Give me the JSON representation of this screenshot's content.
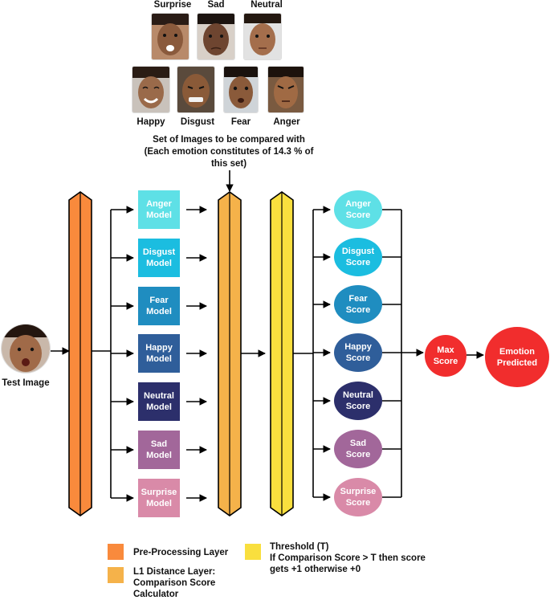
{
  "faces": {
    "top": [
      {
        "label": "Surprise"
      },
      {
        "label": "Sad"
      },
      {
        "label": "Neutral"
      }
    ],
    "bottom": [
      {
        "label": "Happy"
      },
      {
        "label": "Disgust"
      },
      {
        "label": "Fear"
      },
      {
        "label": "Anger"
      }
    ]
  },
  "caption": "Set of Images to be compared with\n(Each emotion constitutes of 14.3 % of\nthis set)",
  "test_image_label": "Test Image",
  "models": [
    {
      "label": "Anger\nModel",
      "color": "#5ee0e6"
    },
    {
      "label": "Disgust\nModel",
      "color": "#1bbde0"
    },
    {
      "label": "Fear\nModel",
      "color": "#1f8dc0"
    },
    {
      "label": "Happy\nModel",
      "color": "#2f5e9a"
    },
    {
      "label": "Neutral\nModel",
      "color": "#2c2f6b"
    },
    {
      "label": "Sad\nModel",
      "color": "#a2679a"
    },
    {
      "label": "Surprise\nModel",
      "color": "#d98aa8"
    }
  ],
  "scores": [
    {
      "label": "Anger\nScore",
      "color": "#5ee0e6"
    },
    {
      "label": "Disgust\nScore",
      "color": "#1bbde0"
    },
    {
      "label": "Fear\nScore",
      "color": "#1f8dc0"
    },
    {
      "label": "Happy\nScore",
      "color": "#2f5e9a"
    },
    {
      "label": "Neutral\nScore",
      "color": "#2c2f6b"
    },
    {
      "label": "Sad\nScore",
      "color": "#a2679a"
    },
    {
      "label": "Surprise\nScore",
      "color": "#d98aa8"
    }
  ],
  "max_score": "Max\nScore",
  "emotion_predicted": "Emotion\nPredicted",
  "layer_colors": {
    "preprocessing": "#f98a3c",
    "l1_distance": "#f5b24a",
    "threshold": "#f9df3e"
  },
  "legend": {
    "preprocessing": "Pre-Processing  Layer",
    "l1_distance": "L1 Distance Layer:\nComparison Score\nCalculator",
    "threshold": "Threshold (T)\nIf Comparison Score > T then score\ngets +1 otherwise +0"
  }
}
